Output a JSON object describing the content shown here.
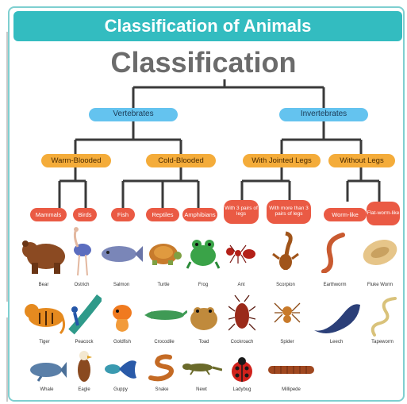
{
  "header": {
    "banner_title": "Classification of Animals",
    "main_title": "Classification"
  },
  "level1": [
    "Vertebrates",
    "Invertebrates"
  ],
  "level2": [
    "Warm-Blooded",
    "Cold-Blooded",
    "With Jointed Legs",
    "Without Legs"
  ],
  "level3": [
    "Mammals",
    "Birds",
    "Fish",
    "Reptiles",
    "Amphibians",
    "With 3 pairs of legs",
    "With more than 3 pairs of legs",
    "Worm-like",
    "Flat-worm-like"
  ],
  "animals": {
    "row1": [
      "Bear",
      "Ostrich",
      "Salmon",
      "Turtle",
      "Frog",
      "Ant",
      "Scorpion",
      "Earthworm",
      "Fluke Worm"
    ],
    "row2": [
      "Tiger",
      "Peacock",
      "Goldfish",
      "Crocodile",
      "Toad",
      "Cockroach",
      "Spider",
      "Leech",
      "Tapeworm"
    ],
    "row3": [
      "Whale",
      "Eagle",
      "Guppy",
      "Snake",
      "Newt",
      "Ladybug",
      "Millipede"
    ]
  },
  "colors": {
    "banner": "#33bcc0",
    "vertebrate_pill": "#64c3ef",
    "group_pill": "#f4ac3a",
    "class_pill": "#ea5a44",
    "connector": "#3a3a3a"
  }
}
